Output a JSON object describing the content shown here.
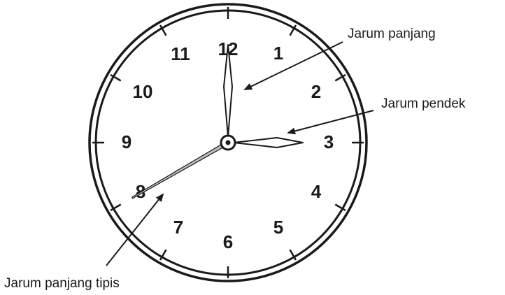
{
  "clock": {
    "numbers": [
      "12",
      "1",
      "2",
      "3",
      "4",
      "5",
      "6",
      "7",
      "8",
      "9",
      "10",
      "11"
    ],
    "time": {
      "hour": 3,
      "minute": 0,
      "second": 40
    },
    "hand_color": "#ffffff",
    "second_hand_color": "#bdbdbd",
    "outline_color": "#1a1a1a"
  },
  "labels": {
    "minute_hand": "Jarum panjang",
    "hour_hand": "Jarum pendek",
    "second_hand": "Jarum panjang tipis"
  }
}
